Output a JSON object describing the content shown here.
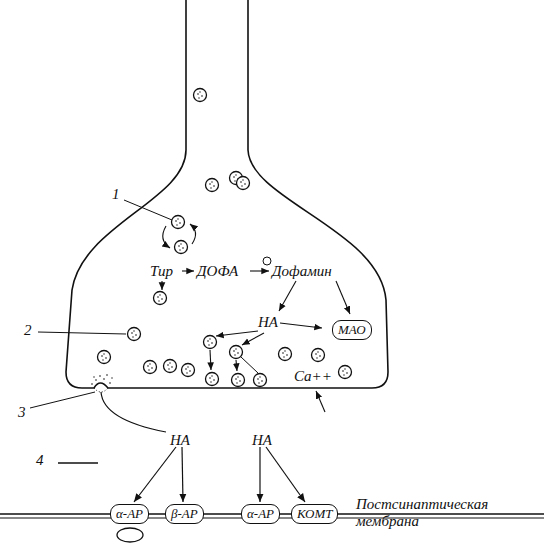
{
  "diagram": {
    "nodes": [
      {
        "text": [
          "МАО"
        ]
      },
      {
        "text": [
          "α-АР"
        ]
      },
      {
        "text": [
          "β-АР"
        ]
      },
      {
        "text": [
          "α-АР"
        ]
      },
      {
        "text": [
          "КОМТ"
        ]
      }
    ],
    "labels": [
      "1",
      "Тир",
      "ДОФА",
      "Дофамин",
      "2",
      "НА",
      "Ca++",
      "3",
      "НА",
      "НА",
      "4",
      "Постсинаптическая мембрана"
    ]
  }
}
